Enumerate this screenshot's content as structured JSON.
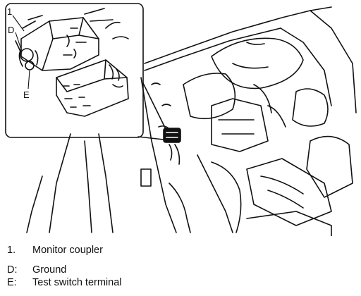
{
  "figure": {
    "callouts": {
      "one": "1",
      "d": "D",
      "e": "E"
    }
  },
  "legend": [
    {
      "key": "1.",
      "text": "Monitor coupler"
    },
    {
      "key": "D:",
      "text": "Ground"
    },
    {
      "key": "E:",
      "text": "Test switch terminal"
    }
  ]
}
